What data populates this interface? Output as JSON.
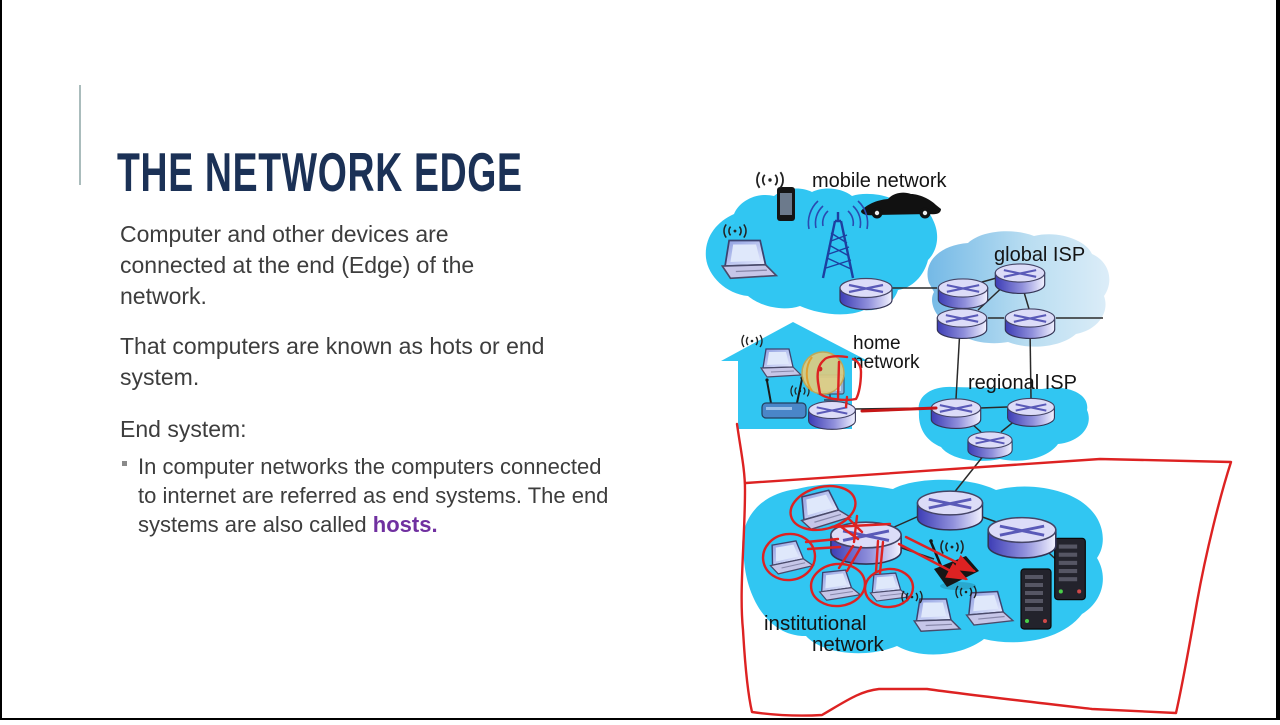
{
  "slide": {
    "title": "THE NETWORK EDGE",
    "p1_lines": [
      "Computer and other devices are",
      "connected at the end (Edge) of the",
      "network."
    ],
    "p2_lines": [
      "That computers are known as hots or end",
      "system."
    ],
    "p3": "End system:",
    "bullet_lines": [
      "In computer networks the computers",
      "connected to internet are referred as end",
      "systems. The end systems are also called"
    ],
    "bullet_highlight": "hosts."
  },
  "diagram": {
    "labels": {
      "mobile": "mobile network",
      "global": "global ISP",
      "home_l1": "home",
      "home_l2": "network",
      "regional": "regional ISP",
      "inst_l1": "institutional",
      "inst_l2": "network"
    },
    "colors": {
      "blob_cyan": "#31c6f2",
      "global_blob_left": "#74b9e6",
      "global_blob_right": "#dcedf8",
      "router_dark": "#3d3db5",
      "router_light": "#f2f2ff",
      "red_pen": "#dd2222",
      "red_line": "#c61616",
      "highlight_circle": "#dccc82",
      "title_navy": "#1b3156",
      "body_text": "#3d3d3d",
      "highlight_purple": "#7030a0",
      "accent_bar": "#aabcbc"
    }
  }
}
